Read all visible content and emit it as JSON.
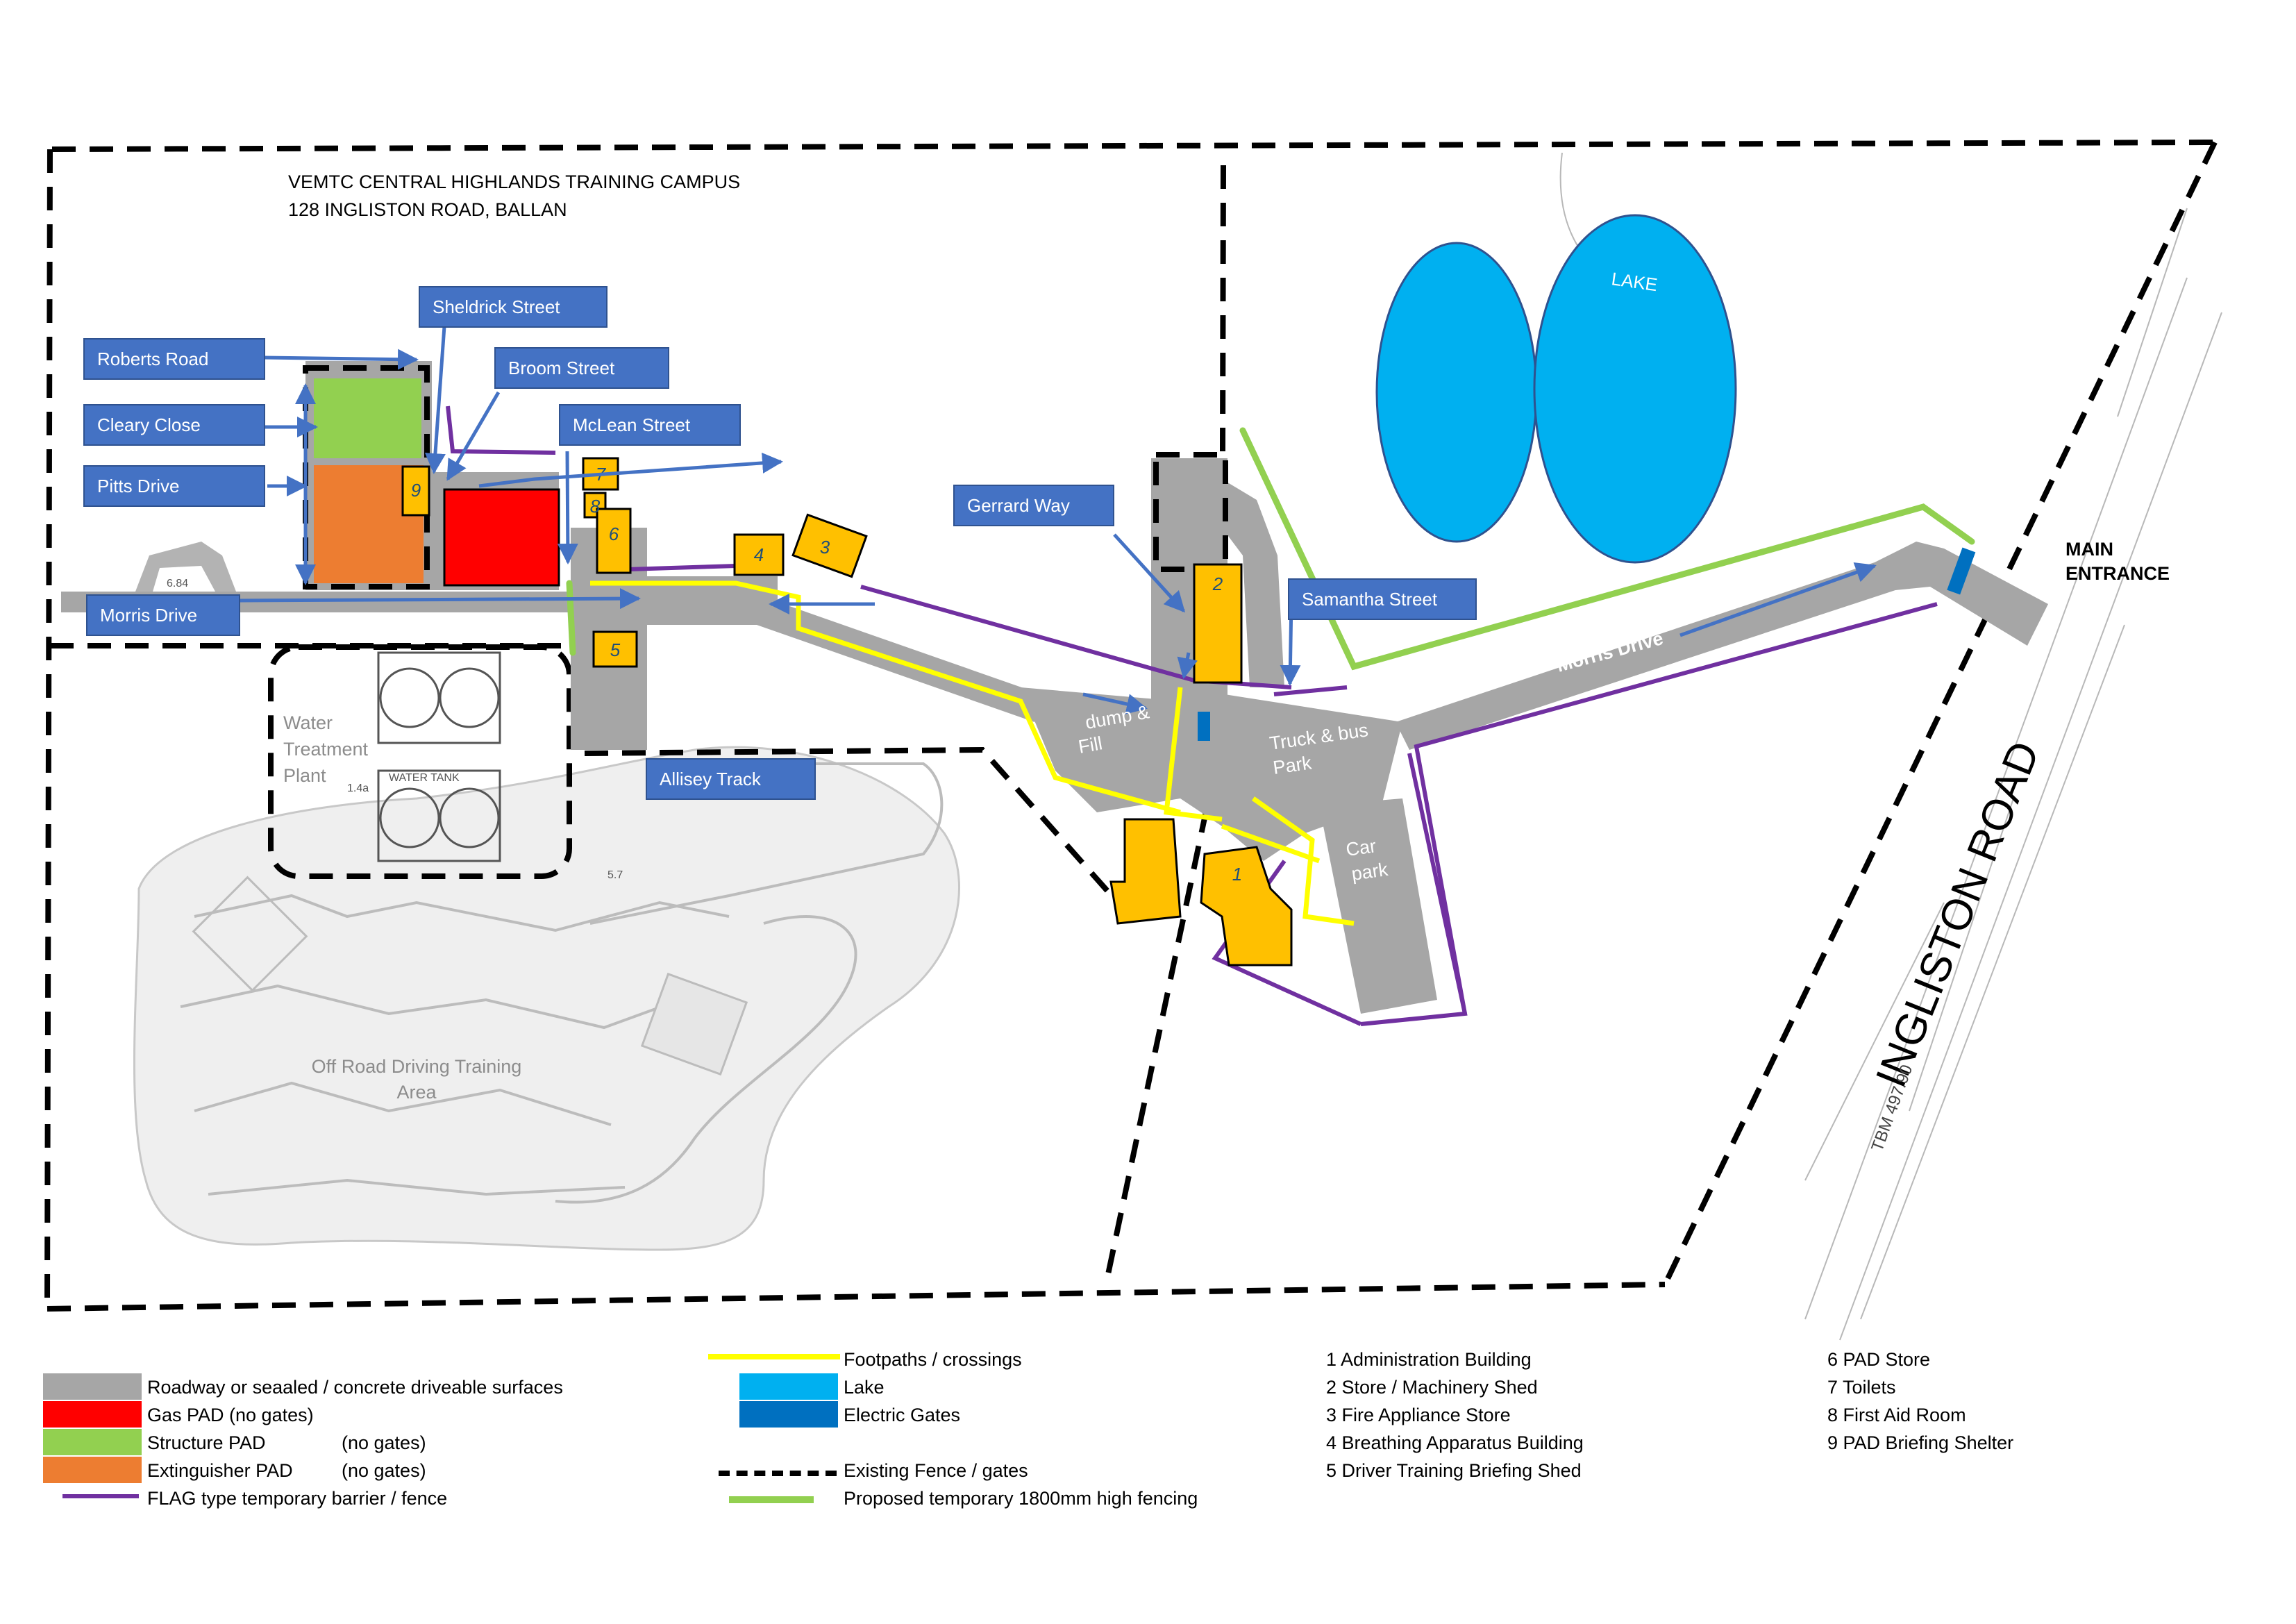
{
  "title": {
    "line1": "VEMTC CENTRAL HIGHLANDS TRAINING CAMPUS",
    "line2": "128 INGLISTON  ROAD, BALLAN"
  },
  "street_labels": {
    "sheldrick": "Sheldrick Street",
    "roberts": "Roberts Road",
    "broom": "Broom Street",
    "cleary": "Cleary Close",
    "mclean": "McLean Street",
    "pitts": "Pitts Drive",
    "gerrard": "Gerrard Way",
    "samantha": "Samantha Street",
    "morris_west": "Morris Drive",
    "allisey": "Allisey Track"
  },
  "map_text": {
    "lake": "LAKE",
    "main_entrance_1": "MAIN",
    "main_entrance_2": "ENTRANCE",
    "ingliston_road": "INGLISTON ROAD",
    "tbm": "TBM 497.90",
    "morris_mid": "Morris Drive",
    "morris_east": "Morris Drive",
    "dump_fill_1": "dump &",
    "dump_fill_2": "Fill",
    "truck_bus_1": "Truck & bus",
    "truck_bus_2": "Park",
    "car_park_1": "Car",
    "car_park_2": "park",
    "water_plant_1": "Water",
    "water_plant_2": "Treatment",
    "water_plant_3": "Plant",
    "offroad_1": "Off Road Driving Training",
    "offroad_2": "Area",
    "water_tank": "WATER TANK",
    "small_6_84": "6.84",
    "small_1_4a": "1.4a",
    "small_5_7": "5.7"
  },
  "buildings": {
    "b1": "1",
    "b2": "2",
    "b3": "3",
    "b4": "4",
    "b5": "5",
    "b6": "6",
    "b7": "7",
    "b8": "8",
    "b9": "9"
  },
  "legend": {
    "roadway": "Roadway or seaaled / concrete driveable surfaces",
    "gas_pad": "Gas PAD    (no gates)",
    "structure_pad": "Structure PAD",
    "structure_pad_note": "(no gates)",
    "extinguisher_pad": "Extinguisher PAD",
    "extinguisher_pad_note": "(no gates)",
    "flag_barrier": "FLAG type temporary barrier / fence",
    "footpaths": "Footpaths / crossings",
    "lake": "Lake",
    "electric_gates": "Electric Gates",
    "existing_fence": "Existing Fence / gates",
    "proposed_fencing": "Proposed temporary 1800mm high fencing",
    "key": [
      "1 Administration Building",
      "2 Store / Machinery Shed",
      "3 Fire Appliance Store",
      "4 Breathing Apparatus Building",
      "5 Driver Training Briefing Shed",
      "6 PAD Store",
      "7 Toilets",
      "8 First Aid Room",
      "9 PAD Briefing Shelter"
    ]
  },
  "colors": {
    "road": "#a6a6a6",
    "gas_pad": "#ff0000",
    "structure_pad": "#92d050",
    "extinguisher_pad": "#ed7d31",
    "flag_barrier": "#7030a0",
    "footpath": "#ffff00",
    "lake": "#00b0f0",
    "electric_gate": "#0070c0",
    "fence": "#000000",
    "proposed_fence": "#92d050",
    "building": "#ffc000",
    "label_box": "#4472c4"
  },
  "icons": {
    "arrow": "arrow-icon"
  }
}
